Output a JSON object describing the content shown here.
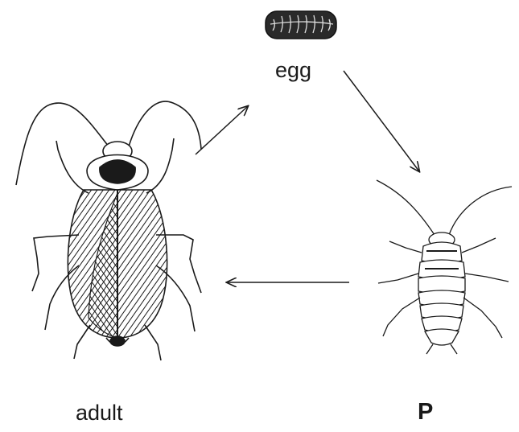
{
  "diagram": {
    "labels": {
      "egg": "egg",
      "adult": "adult",
      "stage_p": "P"
    },
    "stages": [
      "egg",
      "P",
      "adult"
    ],
    "arrows": [
      {
        "from": "adult",
        "to": "egg"
      },
      {
        "from": "egg",
        "to": "P"
      },
      {
        "from": "P",
        "to": "adult"
      }
    ],
    "colors": {
      "ink": "#1a1a1a",
      "background": "#ffffff"
    }
  }
}
